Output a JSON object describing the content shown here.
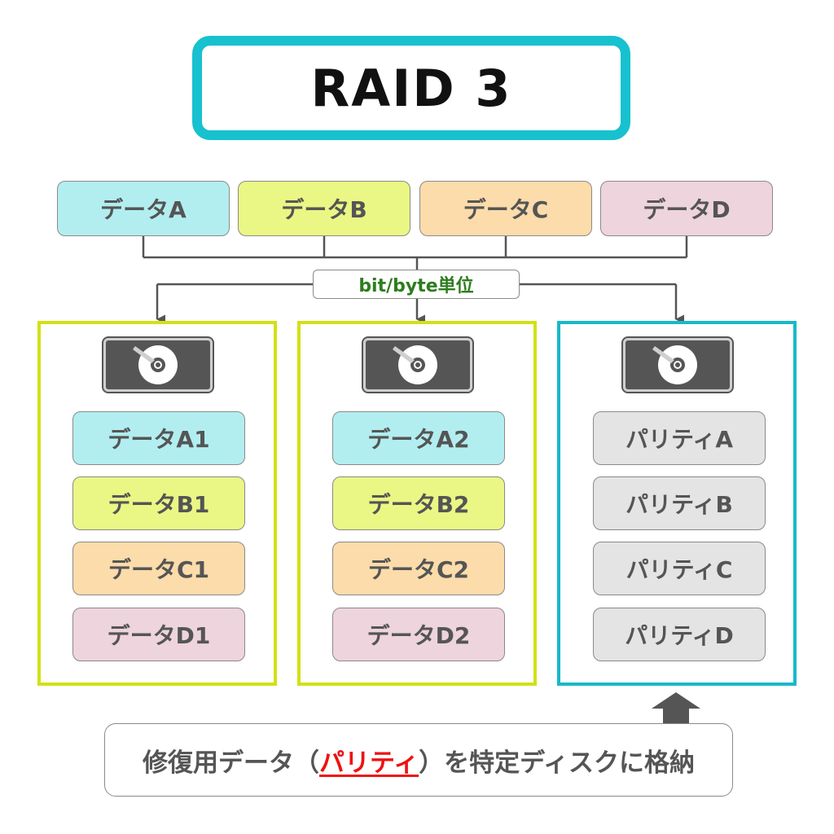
{
  "title": "RAID 3",
  "source_data": [
    "データA",
    "データB",
    "データC",
    "データD"
  ],
  "split_unit": "bit/byte単位",
  "disks": [
    {
      "blocks": [
        "データA1",
        "データB1",
        "データC1",
        "データD1"
      ]
    },
    {
      "blocks": [
        "データA2",
        "データB2",
        "データC2",
        "データD2"
      ]
    },
    {
      "blocks": [
        "パリティA",
        "パリティB",
        "パリティC",
        "パリティD"
      ]
    }
  ],
  "note": {
    "before": "修復用データ（",
    "highlight": "パリティ",
    "after": "）を特定ディスクに格納"
  },
  "colors": {
    "data_a": "#b2eef0",
    "data_b": "#eaf784",
    "data_c": "#fcdcaa",
    "data_d": "#eed4dc",
    "parity": "#e4e4e4",
    "data_disk_border": "#d3e016",
    "parity_disk_border": "#17b9c9",
    "title_border": "#17c1cf",
    "highlight": "#ee1111",
    "unit_label": "#2e7d1f"
  },
  "icons": {
    "disk": "hard-disk-icon",
    "arrow": "arrow-down-icon",
    "up_arrow": "arrow-up-icon"
  }
}
